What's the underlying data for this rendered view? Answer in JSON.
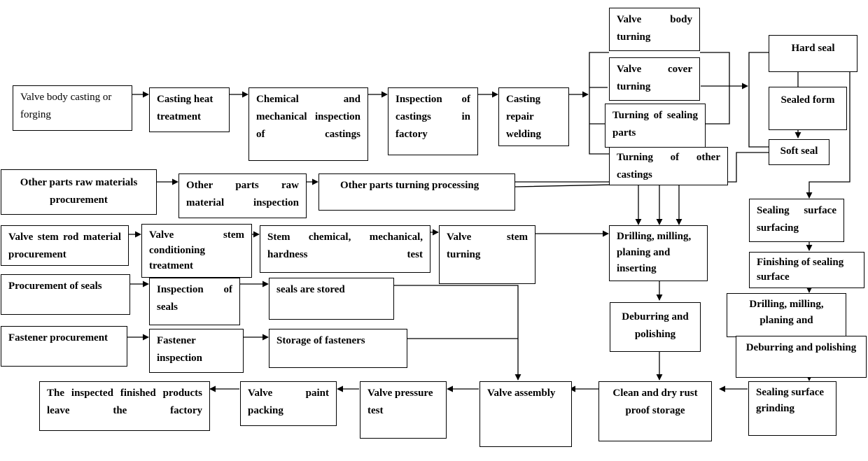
{
  "diagram": {
    "nodes": {
      "body_casting": "Valve body casting or forging",
      "heat_treatment": "Casting heat treatment",
      "chem_mech": "Chemical and mechanical inspection of castings",
      "inspection_factory": "Inspection of castings in factory",
      "repair_welding": "Casting repair welding",
      "body_turning": "Valve body turning",
      "cover_turning": "Valve cover turning",
      "sealing_parts": "Turning of sealing parts",
      "other_castings": "Turning of other castings",
      "hard_seal": "Hard seal",
      "sealed_form": "Sealed form",
      "soft_seal": "Soft seal",
      "other_raw": "Other parts raw materials procurement",
      "other_inspect": "Other parts raw material inspection",
      "other_turning": "Other parts turning processing",
      "stem_material": "Valve stem rod material procurement",
      "stem_conditioning": "Valve stem conditioning treatment",
      "stem_test": "Stem chemical, mechanical, hardness test",
      "stem_turning": "Valve stem turning",
      "drilling_main": "Drilling, milling, planing and inserting",
      "seals_procurement": "Procurement of seals",
      "seals_inspection": "Inspection of seals",
      "seals_stored": "seals are stored",
      "deburr_main": "Deburring and polishing",
      "fastener_procurement": "Fastener procurement",
      "fastener_inspection": "Fastener inspection",
      "fastener_storage": "Storage of fasteners",
      "surface_surfacing": "Sealing surface surfacing",
      "finishing_surface": "Finishing of sealing surface",
      "drilling_right": "Drilling, milling, planing and",
      "deburr_right": "Deburring and polishing",
      "finished_leave": "The inspected finished products leave the factory",
      "paint_packing": "Valve paint packing",
      "pressure_test": "Valve pressure test",
      "assembly": "Valve assembly",
      "clean_storage": "Clean and dry rust proof storage",
      "surface_grinding": "Sealing surface grinding"
    }
  }
}
